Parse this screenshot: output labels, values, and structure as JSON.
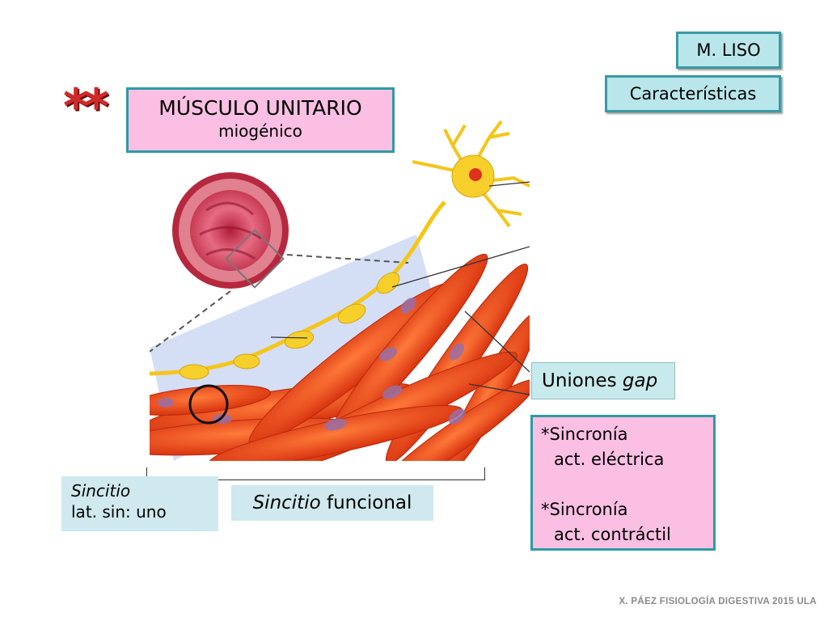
{
  "header": {
    "tag": "M. LISO",
    "subtag": "Características",
    "stars": "**"
  },
  "title": {
    "line1": "MÚSCULO UNITARIO",
    "line2": "miogénico"
  },
  "labels": {
    "gap_word": "Uniones ",
    "gap_italic": "gap",
    "sync_star": "*",
    "sync1_a": "Sincronía",
    "sync1_b": "act. eléctrica",
    "sync2_a": "Sincronía",
    "sync2_b": "act. contráctil",
    "sinc_italic": "Sincitio",
    "sinc_latin": "lat. sin: uno",
    "func_italic": "Sincitio",
    "func_word": " funcional"
  },
  "footer": "X. PÁEZ   FISIOLOGÍA DIGESTIVA 2015   ULA",
  "colors": {
    "pink_box": "#fbbfe3",
    "teal_border": "#2e9aa4",
    "light_teal_box": "#b9e6ea",
    "muscle_orange": "#e8461e",
    "neuron_yellow": "#f5c518",
    "stars_red": "#d02a2a"
  }
}
